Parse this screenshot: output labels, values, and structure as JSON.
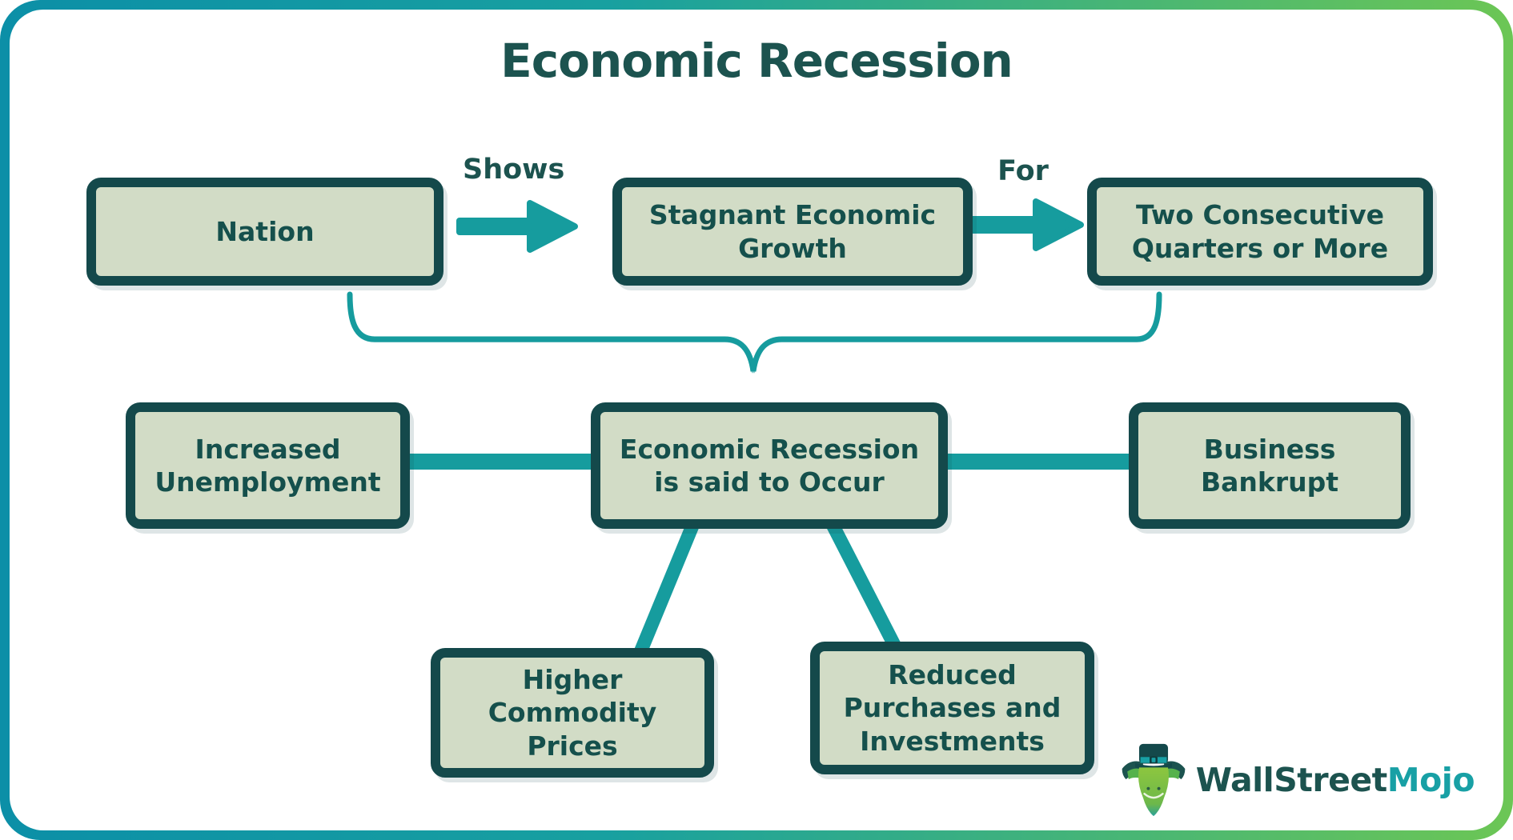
{
  "title": "Economic Recession",
  "colors": {
    "frame_gradient_start": "#0c8fa7",
    "frame_gradient_end": "#6cc655",
    "box_fill": "#d2dcc6",
    "box_border": "#14494b",
    "text_dark": "#1c534f",
    "connector_teal": "#169c9e",
    "logo_primary": "#1c534f",
    "logo_accent": "#18a0a5"
  },
  "flow": {
    "nation": "Nation",
    "shows_label": "Shows",
    "stagnant_growth": "Stagnant Economic\nGrowth",
    "for_label": "For",
    "quarters": "Two Consecutive\nQuarters or More",
    "center": "Economic Recession\nis said to Occur",
    "increased_unemployment": "Increased\nUnemployment",
    "business_bankrupt": "Business\nBankrupt",
    "higher_commodity": "Higher\nCommodity\nPrices",
    "reduced_purchases": "Reduced\nPurchases and\nInvestments"
  },
  "logo": {
    "wallstreet": "WallStreet",
    "mojo": "Mojo"
  }
}
